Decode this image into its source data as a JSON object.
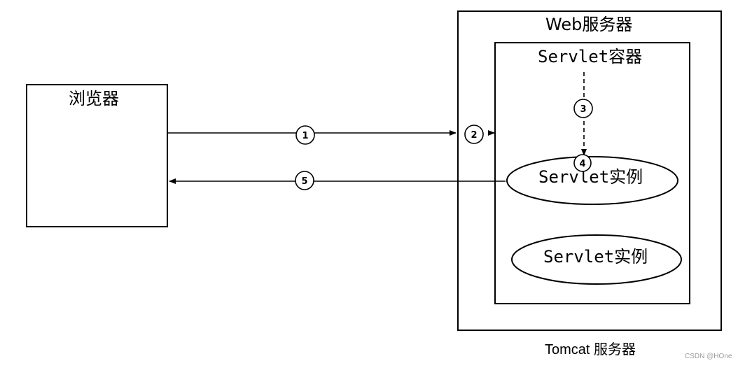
{
  "diagram": {
    "browser_label": "浏览器",
    "web_server_label": "Web服务器",
    "container_label": "Servlet容器",
    "instance1_label": "Servlet实例",
    "instance2_label": "Servlet实例",
    "steps": [
      "1",
      "2",
      "3",
      "4",
      "5"
    ],
    "caption": "Tomcat 服务器",
    "watermark": "CSDN @HOne"
  }
}
